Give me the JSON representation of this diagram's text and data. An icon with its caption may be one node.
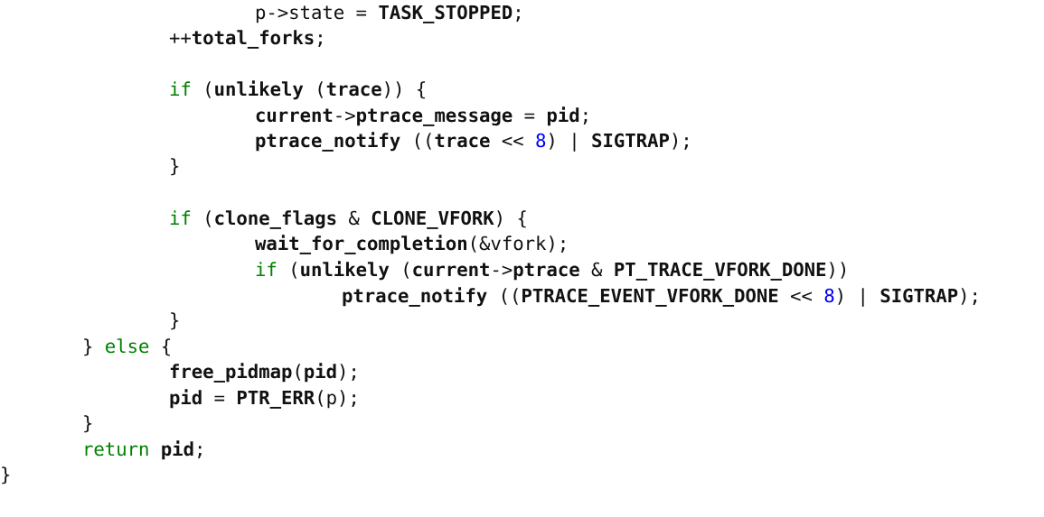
{
  "diagram": {
    "labels": [
      "p->state = **TASK_STOPPED**;",
      "++**total_forks**;",
      "if",
      "(**unlikely** (**trace**)) {",
      "**current**->**ptrace_message** = **pid**;",
      "**ptrace_notify** ((**trace** <<",
      "8",
      ") | **SIGTRAP**);",
      "}",
      "if",
      "(**clone_flags** & **CLONE_VFORK**) {",
      "**wait_for_completion**(&vfork);",
      "if",
      "(**unlikely** (**current**->**ptrace** & **PT_TRACE_VFORK_DONE**))",
      "**ptrace_notify** ((**PTRACE_EVENT_VFORK_DONE** <<",
      "8",
      ") | **SIGTRAP**);",
      "}",
      "}",
      "else",
      "{",
      "**free_pidmap**(**pid**);",
      "**pid** = **PTR_ERR**(p);",
      "}",
      "return",
      "**pid**;",
      "}"
    ]
  }
}
